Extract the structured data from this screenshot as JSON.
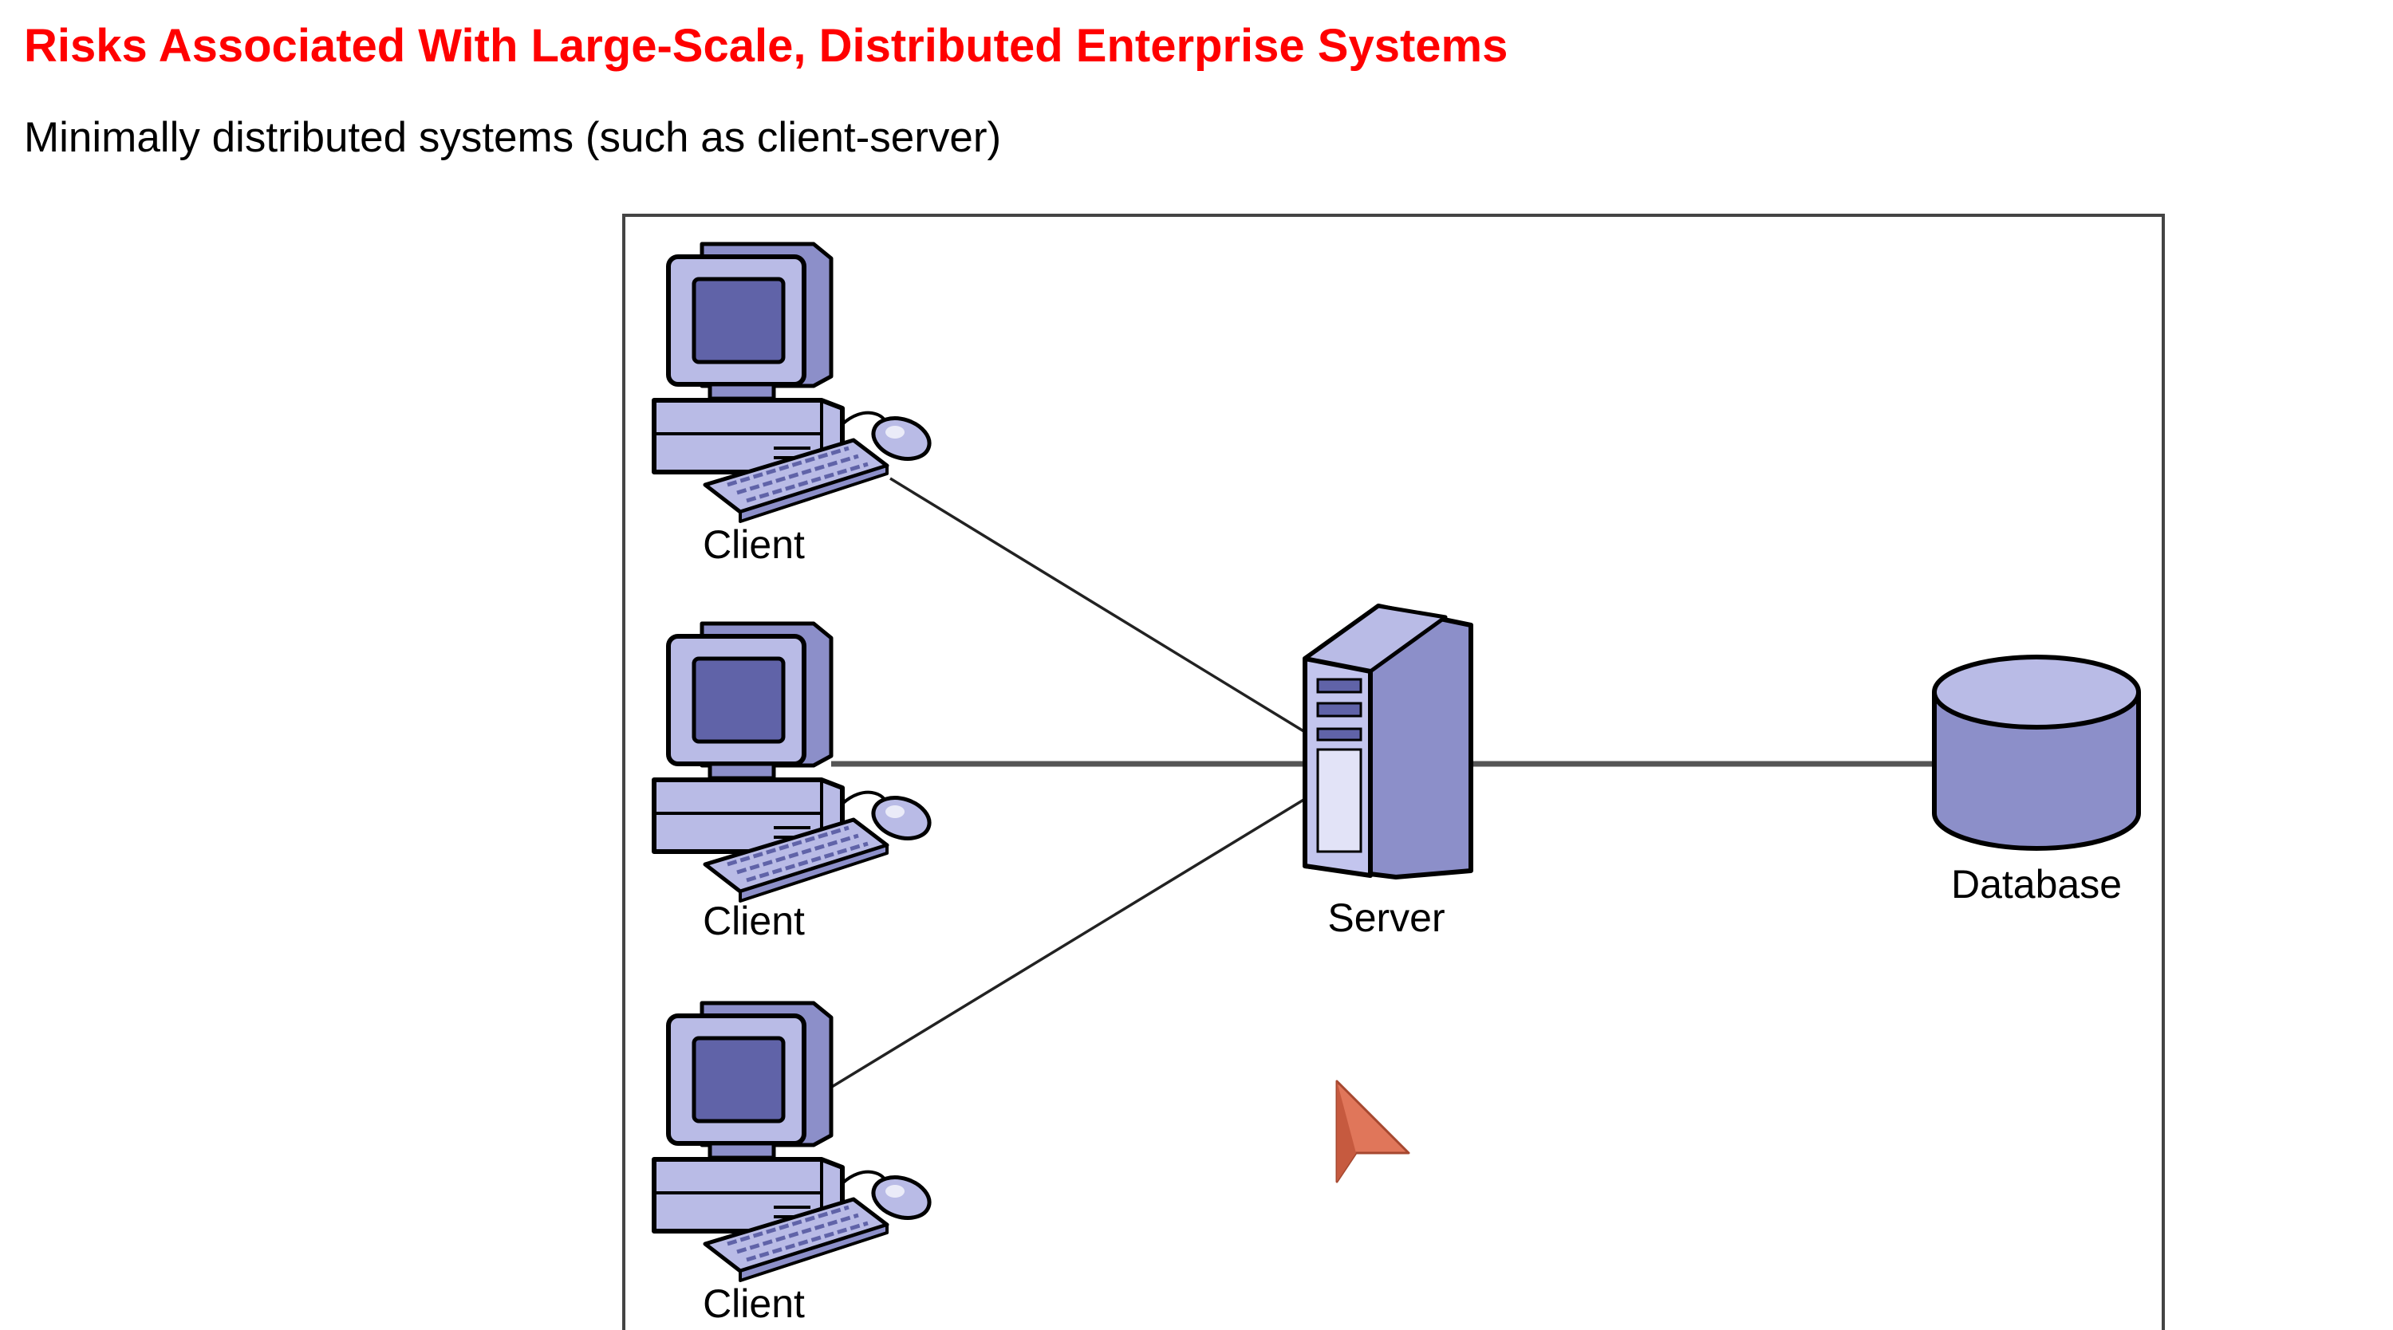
{
  "slide": {
    "title": "Risks Associated With Large-Scale, Distributed Enterprise Systems",
    "subtitle": "Minimally distributed systems (such as client-server)"
  },
  "diagram": {
    "nodes": {
      "client_1": "Client",
      "client_2": "Client",
      "client_3": "Client",
      "server": "Server",
      "database": "Database"
    },
    "connections": [
      [
        "client_1",
        "server"
      ],
      [
        "client_2",
        "server"
      ],
      [
        "client_3",
        "server"
      ],
      [
        "server",
        "database"
      ]
    ],
    "icons": {
      "client": "desktop-computer-icon",
      "server": "server-tower-icon",
      "database": "database-cylinder-icon",
      "pointer": "laser-pointer-arrow-icon"
    },
    "colors": {
      "device_fill": "#b9bbe6",
      "device_dark": "#8c8fc9",
      "screen": "#6063a8",
      "pointer": "#e0765a",
      "title": "#ff0000"
    }
  }
}
